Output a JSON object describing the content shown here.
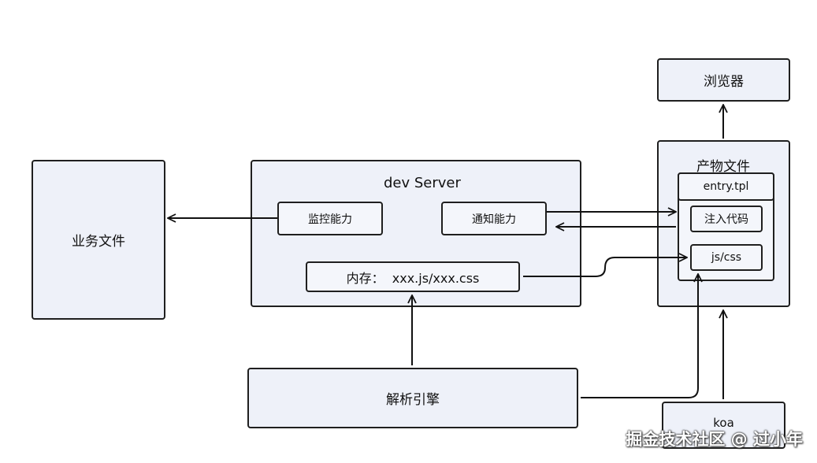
{
  "nodes": {
    "business_files": "业务文件",
    "dev_server": "dev Server",
    "monitor": "监控能力",
    "notify": "通知能力",
    "memory": "内存：  xxx.js/xxx.css",
    "parser": "解析引擎",
    "output_files": "产物文件",
    "entry": "entry.tpl",
    "inject": "注入代码",
    "jscss": "js/css",
    "browser": "浏览器",
    "koa": "koa"
  },
  "watermark": "掘金技术社区 @ 过小年"
}
